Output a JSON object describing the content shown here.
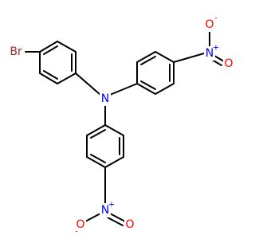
{
  "atoms": {
    "br": {
      "label": "Br",
      "color": "#A62929"
    },
    "n_center": {
      "label": "N",
      "color": "#0000FF"
    },
    "n_nitro_right": {
      "label": "N",
      "charge": "+",
      "color": "#0000FF"
    },
    "o_right_top": {
      "label": "O",
      "charge": "-",
      "color": "#FF0000"
    },
    "o_right_bottom": {
      "label": "O",
      "color": "#FF0000"
    },
    "n_nitro_bottom": {
      "label": "N",
      "charge": "+",
      "color": "#0000FF"
    },
    "o_bottom_left": {
      "label": "O",
      "charge": "-",
      "color": "#FF0000"
    },
    "o_bottom_right": {
      "label": "O",
      "color": "#FF0000"
    }
  },
  "bond_color": "#000000"
}
